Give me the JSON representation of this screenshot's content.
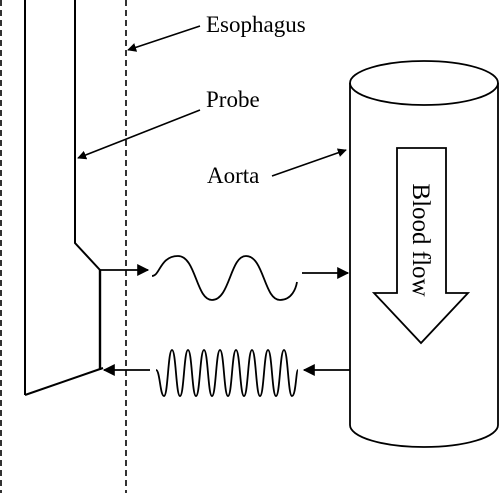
{
  "labels": {
    "esophagus": "Esophagus",
    "probe": "Probe",
    "aorta": "Aorta",
    "blood_flow": "Blood flow"
  },
  "colors": {
    "ink": "#000000",
    "background": "#ffffff"
  }
}
